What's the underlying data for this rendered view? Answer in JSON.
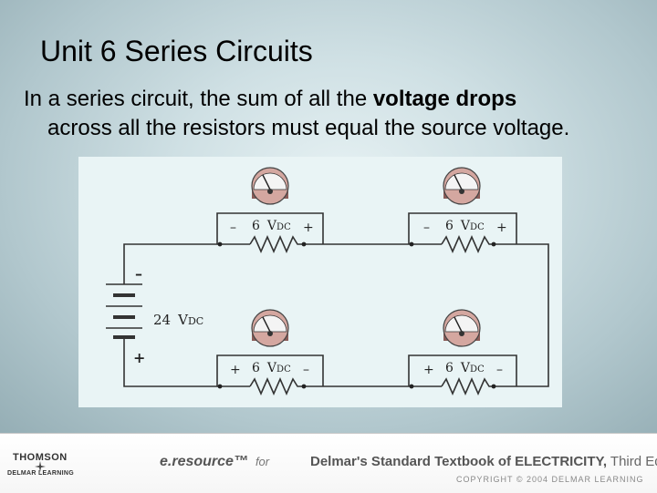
{
  "slide": {
    "title": "Unit 6  Series Circuits",
    "body_line1_pre": "In a series circuit, the sum of all the ",
    "body_line1_bold": "voltage drops",
    "body_line2": "across all the resistors must equal the source voltage."
  },
  "circuit": {
    "source_value": "24",
    "source_unit": "V",
    "source_sub": "DC",
    "source_minus": "–",
    "source_plus": "+",
    "drop_value": "6",
    "drop_unit": "V",
    "drop_sub": "DC",
    "top_left_sign_left": "–",
    "top_left_sign_right": "+",
    "top_right_sign_left": "–",
    "top_right_sign_right": "+",
    "bottom_left_sign_left": "+",
    "bottom_left_sign_right": "–",
    "bottom_right_sign_left": "+",
    "bottom_right_sign_right": "–"
  },
  "footer": {
    "publisher": "THOMSON",
    "imprint": "DELMAR LEARNING",
    "eresource": "e.resource™",
    "for_text": "for",
    "book_title": "Delmar's Standard Textbook of ELECTRICITY,",
    "edition": " Third Edition",
    "copyright": "COPYRIGHT © 2004 DELMAR LEARNING"
  },
  "colors": {
    "wire": "#333333",
    "meter_face": "#eeeeee",
    "meter_body": "#b88b85",
    "background": "#cfe0e4"
  }
}
